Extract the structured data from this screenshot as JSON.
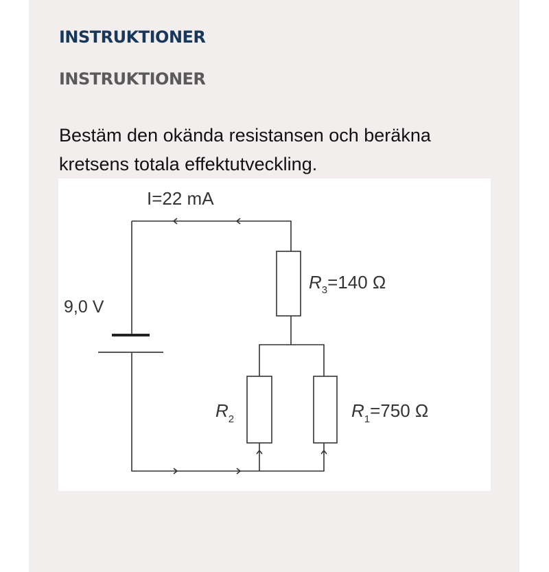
{
  "heading_primary": "INSTRUKTIONER",
  "heading_secondary": "INSTRUKTIONER",
  "instruction_text": "Bestäm den okända resistansen och beräkna kretsens totala effektutveckling.",
  "circuit": {
    "current_label": "I=22 mA",
    "current_symbol": "I",
    "current_value": "=22 mA",
    "voltage_label": "9,0 V",
    "r3_symbol": "R",
    "r3_sub": "3",
    "r3_value": "=140 Ω",
    "r2_symbol": "R",
    "r2_sub": "2",
    "r1_symbol": "R",
    "r1_sub": "1",
    "r1_value": "=750 Ω"
  }
}
